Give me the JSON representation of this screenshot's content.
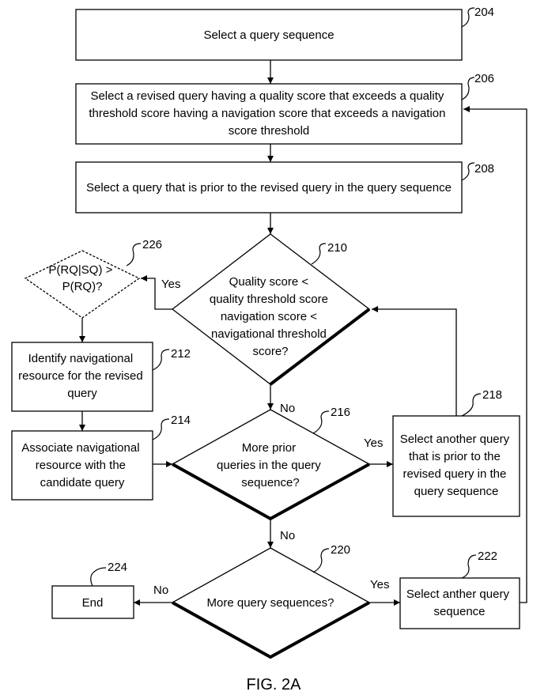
{
  "figure_label": "FIG. 2A",
  "steps": {
    "s204": {
      "ref": "204",
      "lines": [
        "Select a query sequence"
      ]
    },
    "s206": {
      "ref": "206",
      "lines": [
        "Select a revised query having a quality score that exceeds a quality",
        "threshold score having a navigation score that exceeds a navigation",
        "score threshold"
      ]
    },
    "s208": {
      "ref": "208",
      "lines": [
        "Select a query that is prior to the revised query in the query sequence"
      ]
    },
    "d210": {
      "ref": "210",
      "lines": [
        "Quality score <",
        "quality threshold score",
        "navigation score <",
        "navigational threshold",
        "score?"
      ]
    },
    "d226": {
      "ref": "226",
      "lines": [
        "P(RQ|SQ) >",
        "P(RQ)?"
      ]
    },
    "s212": {
      "ref": "212",
      "lines": [
        "Identify navigational",
        "resource for the revised",
        "query"
      ]
    },
    "s214": {
      "ref": "214",
      "lines": [
        "Associate navigational",
        "resource with the",
        "candidate query"
      ]
    },
    "d216": {
      "ref": "216",
      "lines": [
        "More prior",
        "queries in the query",
        "sequence?"
      ]
    },
    "s218": {
      "ref": "218",
      "lines": [
        "Select another query",
        "that is prior to the",
        "revised query in the",
        "query sequence"
      ]
    },
    "d220": {
      "ref": "220",
      "lines": [
        "More query sequences?"
      ]
    },
    "s222": {
      "ref": "222",
      "lines": [
        "Select anther query",
        "sequence"
      ]
    },
    "s224": {
      "ref": "224",
      "lines": [
        "End"
      ]
    }
  },
  "edge_labels": {
    "yes_226": "Yes",
    "no_210": "No",
    "yes_216": "Yes",
    "no_216": "No",
    "no_220": "No",
    "yes_220": "Yes"
  }
}
